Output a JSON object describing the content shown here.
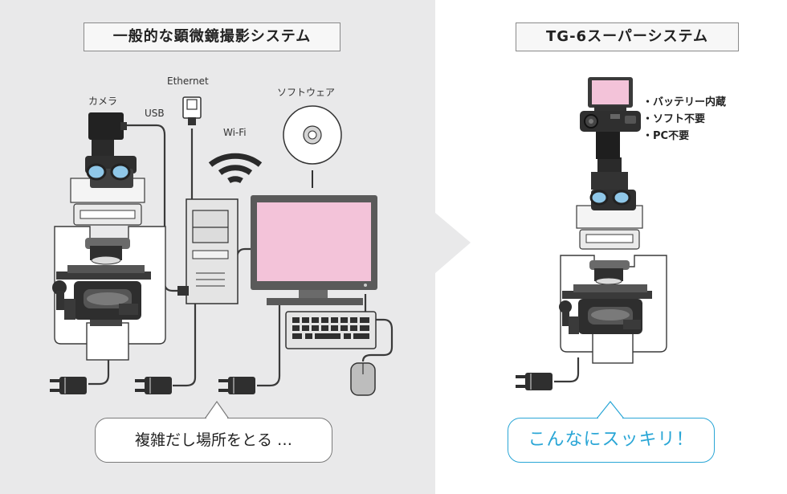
{
  "left": {
    "title": "一般的な顕微鏡撮影システム",
    "labels": {
      "camera": "カメラ",
      "usb": "USB",
      "ethernet": "Ethernet",
      "wifi": "Wi-Fi",
      "software": "ソフトウェア"
    },
    "bubble": "複雑だし場所をとる …"
  },
  "right": {
    "title": "TG-6スーパーシステム",
    "features": [
      "・バッテリー内蔵",
      "・ソフト不要",
      "・PC不要"
    ],
    "bubble": "こんなにスッキリ！"
  },
  "colors": {
    "left_bg": "#e9e9ea",
    "screen_pink": "#f3c3d9",
    "accent_blue": "#2aa6d6",
    "lens_blue": "#8fc7e8"
  }
}
